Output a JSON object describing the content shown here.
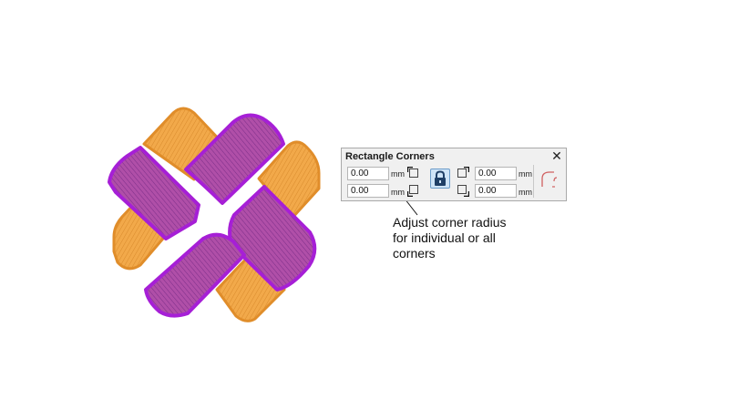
{
  "colors": {
    "orange_fill": "#f2a94a",
    "orange_outline": "#e08d2a",
    "purple_fill": "#a546ad",
    "purple_outline": "#a61fd6",
    "panel_bg": "#f0f0f0",
    "lock_bg": "#cfe4f7"
  },
  "panel": {
    "title": "Rectangle Corners",
    "close_glyph": "✕",
    "top_left": {
      "value": "0.00",
      "unit": "mm"
    },
    "bottom_left": {
      "value": "0.00",
      "unit": "mm"
    },
    "top_right": {
      "value": "0.00",
      "unit": "mm"
    },
    "bottom_right": {
      "value": "0.00",
      "unit": "mm"
    },
    "icons": {
      "top_left_corner": "corner-top-left-icon",
      "bottom_left_corner": "corner-bottom-left-icon",
      "top_right_corner": "corner-top-right-icon",
      "bottom_right_corner": "corner-bottom-right-icon",
      "lock": "lock-icon",
      "fillet": "fillet-icon"
    }
  },
  "callout": {
    "line1": "Adjust corner radius",
    "line2": "for individual or all",
    "line3": "corners"
  }
}
